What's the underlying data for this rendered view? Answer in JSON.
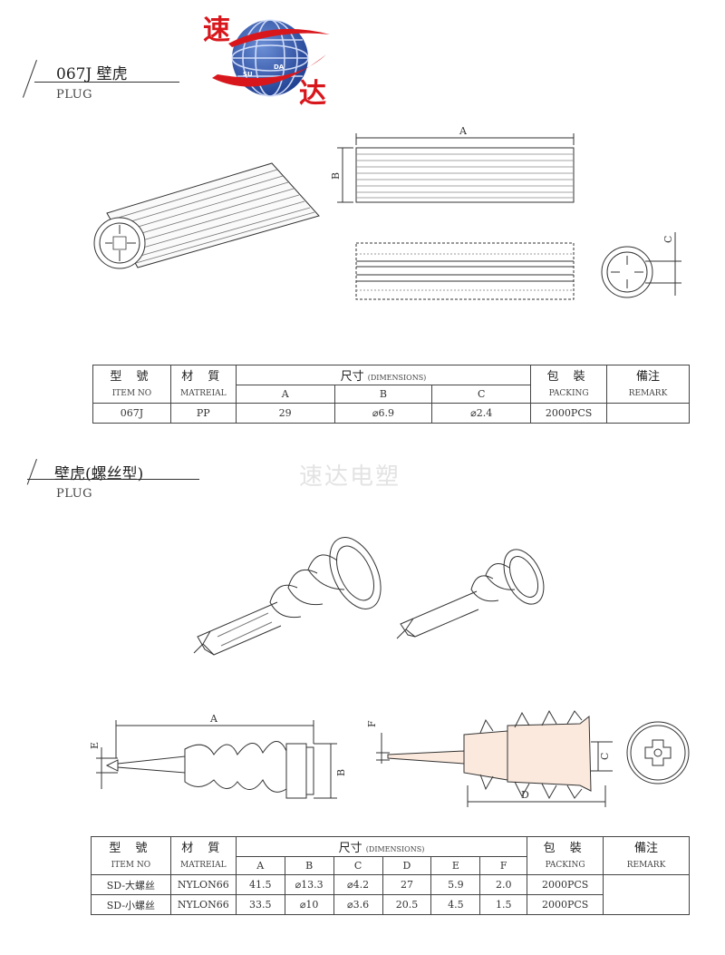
{
  "logo": {
    "char_top": "速",
    "char_bottom": "达",
    "ring_su": "SU",
    "ring_da": "DA"
  },
  "section1": {
    "code": "067J",
    "name": "壁虎",
    "subtitle": "PLUG"
  },
  "section2": {
    "name": "壁虎(螺丝型)",
    "subtitle": "PLUG"
  },
  "watermark": "速达电塑",
  "dim_labels": {
    "A": "A",
    "B": "B",
    "C": "C",
    "D": "D",
    "E": "E",
    "F": "F"
  },
  "table_headers": {
    "model_cn": "型 號",
    "model_en": "ITEM NO",
    "material_cn": "材 質",
    "material_en": "MATREIAL",
    "dimensions_cn": "尺寸",
    "dimensions_en": "(DIMENSIONS)",
    "packing_cn": "包 裝",
    "packing_en": "PACKING",
    "remark_cn": "備注",
    "remark_en": "REMARK"
  },
  "table1": {
    "columns": [
      "A",
      "B",
      "C"
    ],
    "rows": [
      {
        "item": "067J",
        "material": "PP",
        "a": "29",
        "b": "⌀6.9",
        "c": "⌀2.4",
        "packing": "2000PCS",
        "remark": ""
      }
    ]
  },
  "table2": {
    "columns": [
      "A",
      "B",
      "C",
      "D",
      "E",
      "F"
    ],
    "rows": [
      {
        "item": "SD-大螺丝",
        "material": "NYLON66",
        "a": "41.5",
        "b": "⌀13.3",
        "c": "⌀4.2",
        "d": "27",
        "e": "5.9",
        "f": "2.0",
        "packing": "2000PCS",
        "remark": ""
      },
      {
        "item": "SD-小螺丝",
        "material": "NYLON66",
        "a": "33.5",
        "b": "⌀10",
        "c": "⌀3.6",
        "d": "20.5",
        "e": "4.5",
        "f": "1.5",
        "packing": "2000PCS",
        "remark": ""
      }
    ]
  }
}
